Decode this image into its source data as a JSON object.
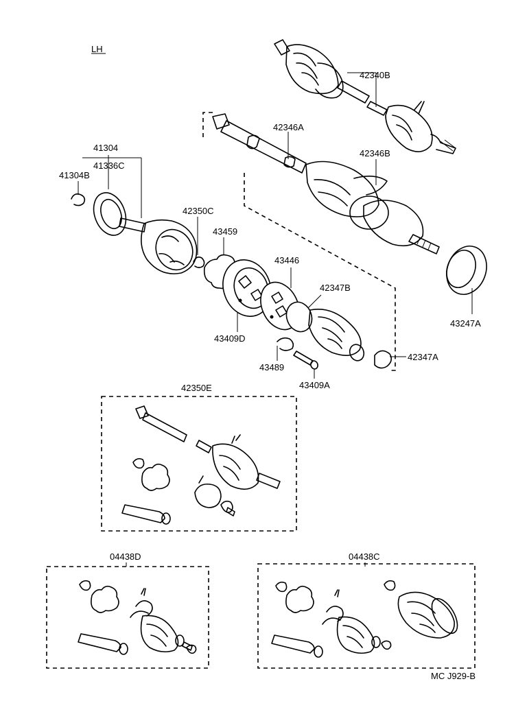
{
  "side_label": "LH",
  "footer_code": "MC  J929-B",
  "callouts": {
    "p42340B": "42340B",
    "p42346A": "42346A",
    "p42346B": "42346B",
    "p41304": "41304",
    "p41336C": "41336C",
    "p41304B": "41304B",
    "p42350C": "42350C",
    "p43459": "43459",
    "p43446": "43446",
    "p42347B": "42347B",
    "p43247A": "43247A",
    "p43409D": "43409D",
    "p43489": "43489",
    "p43409A": "43409A",
    "p42347A": "42347A",
    "p42350E": "42350E",
    "p04438D": "04438D",
    "p04438C": "04438C"
  }
}
